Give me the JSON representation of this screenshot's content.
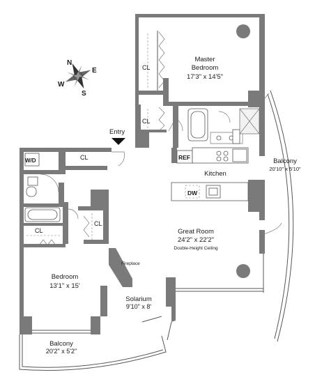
{
  "compass": {
    "n": "N",
    "e": "E",
    "s": "S",
    "w": "W"
  },
  "entry": "Entry",
  "rooms": {
    "master_bedroom": {
      "name_line1": "Master",
      "name_line2": "Bedroom",
      "dims": "17'3\" x 14'5\""
    },
    "kitchen": {
      "name": "Kitchen"
    },
    "great_room": {
      "name": "Great Room",
      "dims": "24'2\" x 22'2\"",
      "note": "Double-Height Ceiling"
    },
    "bedroom": {
      "name": "Bedroom",
      "dims": "13'1\" x 15'"
    },
    "solarium": {
      "name": "Solarium",
      "dims": "9'10\" x 8'"
    },
    "balcony_east": {
      "name": "Balcony",
      "dims": "20'10\" x 5'10\""
    },
    "balcony_south": {
      "name": "Balcony",
      "dims": "20'2\" x 5'2\""
    }
  },
  "labels": {
    "cl": "CL",
    "wd": "W/D",
    "ref": "REF",
    "dw": "DW",
    "fireplace": "Fireplace"
  }
}
